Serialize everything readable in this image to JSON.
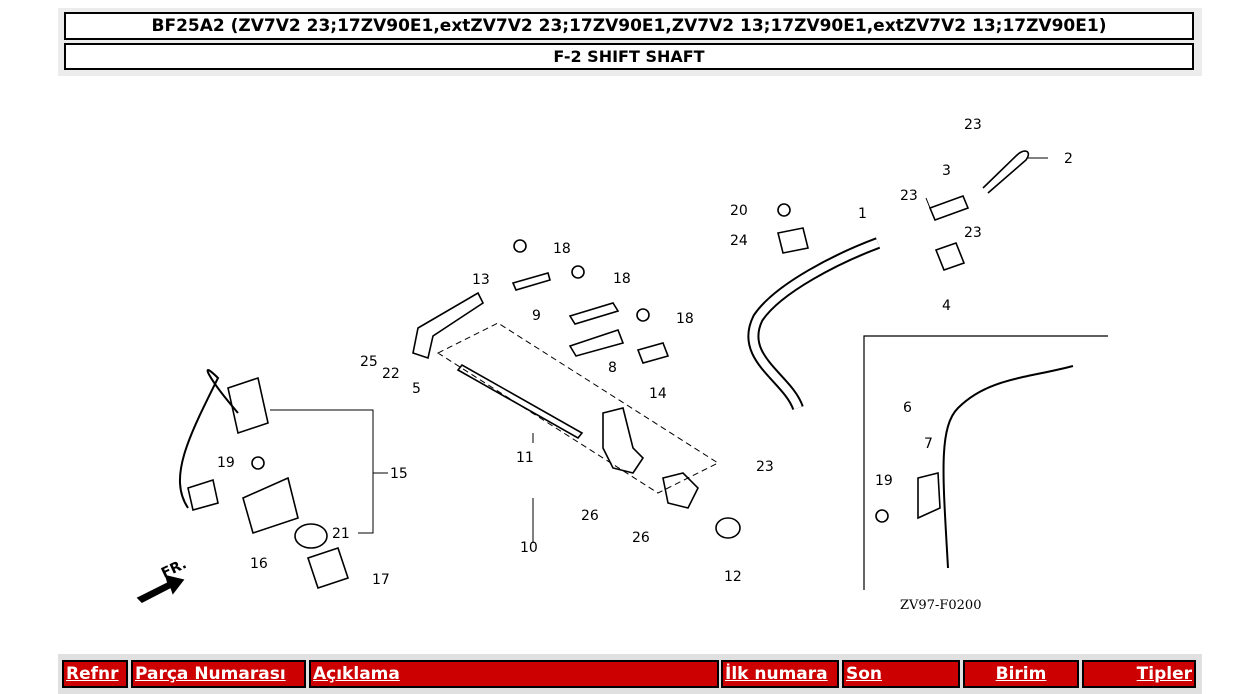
{
  "header": {
    "model_line": "BF25A2 (ZV7V2 23;17ZV90E1,extZV7V2 23;17ZV90E1,ZV7V2 13;17ZV90E1,extZV7V2 13;17ZV90E1)",
    "section_title": "F-2 SHIFT SHAFT"
  },
  "diagram": {
    "callouts": [
      "1",
      "2",
      "3",
      "4",
      "5",
      "6",
      "7",
      "8",
      "9",
      "10",
      "11",
      "12",
      "13",
      "14",
      "15",
      "16",
      "17",
      "18",
      "19",
      "20",
      "21",
      "22",
      "23",
      "24",
      "25",
      "26"
    ],
    "drawing_code": "ZV97-F0200",
    "direction_mark": "FR."
  },
  "table": {
    "columns": [
      "Refnr",
      "Parça Numarası",
      "Açıklama",
      "İlk numara",
      "Son",
      "Birim",
      "Tipler"
    ],
    "accent_color": "#cc0000"
  }
}
